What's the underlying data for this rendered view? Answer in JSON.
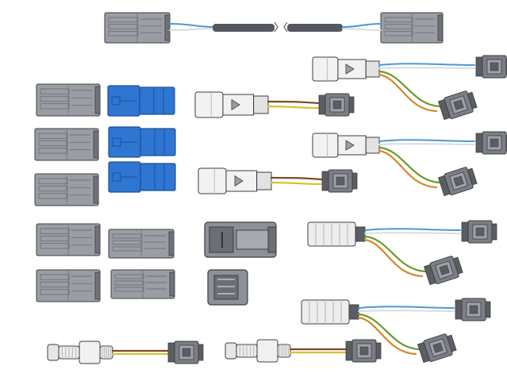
{
  "colors": {
    "connector_gray": "#9a9da3",
    "connector_gray_dark": "#6f7379",
    "connector_blue": "#2f76d2",
    "connector_blue_dark": "#1b4f9c",
    "plug_white": "#f2f2f2",
    "plug_dark": "#5a5d62",
    "cable_dark": "#55585c",
    "wire_blue": "#4a9ad6",
    "wire_white": "#d8dde2",
    "wire_brown": "#7a4a2a",
    "wire_yellow": "#d7c22a",
    "wire_green": "#6a9a2e",
    "wire_orange": "#d8862a",
    "outline": "#3d3f43"
  },
  "items": [
    {
      "name": "extension-cable",
      "kind": "cable"
    },
    {
      "name": "gray-connector-1",
      "kind": "gray-block"
    },
    {
      "name": "gray-connector-2",
      "kind": "gray-block"
    },
    {
      "name": "gray-connector-3",
      "kind": "gray-block"
    },
    {
      "name": "gray-connector-4",
      "kind": "gray-block"
    },
    {
      "name": "gray-connector-5",
      "kind": "gray-block"
    },
    {
      "name": "gray-connector-6",
      "kind": "gray-block"
    },
    {
      "name": "gray-connector-7",
      "kind": "gray-block"
    },
    {
      "name": "blue-connector-1",
      "kind": "blue-block"
    },
    {
      "name": "blue-connector-2",
      "kind": "blue-block"
    },
    {
      "name": "blue-connector-3",
      "kind": "blue-block"
    },
    {
      "name": "dark-socket-large",
      "kind": "dark-socket"
    },
    {
      "name": "dark-socket-small",
      "kind": "dark-socket"
    },
    {
      "name": "y-splitter-harness-1",
      "kind": "splitter"
    },
    {
      "name": "y-splitter-harness-2",
      "kind": "splitter"
    },
    {
      "name": "y-splitter-harness-3",
      "kind": "splitter"
    },
    {
      "name": "y-splitter-harness-4",
      "kind": "splitter"
    },
    {
      "name": "adapter-harness-1",
      "kind": "adapter"
    },
    {
      "name": "adapter-harness-2",
      "kind": "adapter"
    },
    {
      "name": "inline-adapter-1",
      "kind": "inline"
    },
    {
      "name": "inline-adapter-2",
      "kind": "inline"
    }
  ]
}
